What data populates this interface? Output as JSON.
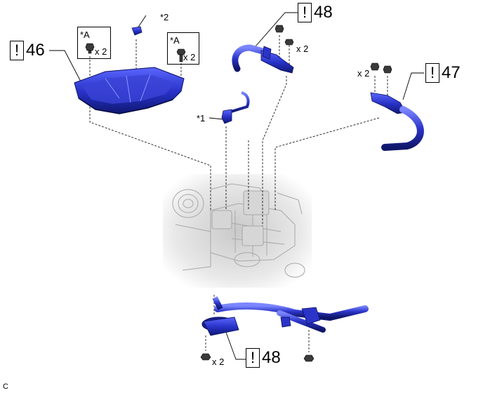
{
  "callouts": {
    "c46": {
      "icon": "!",
      "number": "46"
    },
    "c48_top": {
      "icon": "!",
      "number": "48"
    },
    "c47": {
      "icon": "!",
      "number": "47"
    },
    "c48_bottom": {
      "icon": "!",
      "number": "48"
    }
  },
  "labels": {
    "star_a_left": "*A",
    "x2_left": "x 2",
    "star_2": "*2",
    "star_a_right": "*A",
    "x2_right": "x 2",
    "x2_top": "x 2",
    "x2_mid_right": "x 2",
    "star_1": "*1",
    "x2_bottom": "x 2",
    "corner": "C"
  },
  "colors": {
    "part_blue": "#2b34c8",
    "part_dark": "#141c7a",
    "part_light": "#6d79ff",
    "leader": "#000000"
  }
}
